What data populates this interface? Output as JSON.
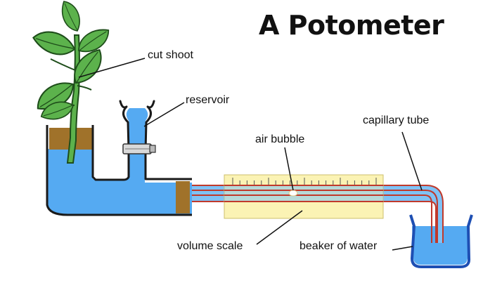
{
  "title": "A Potometer",
  "labels": {
    "cut_shoot": "cut shoot",
    "reservoir": "reservoir",
    "air_bubble": "air bubble",
    "capillary_tube": "capillary tube",
    "volume_scale": "volume scale",
    "beaker_of_water": "beaker of water"
  },
  "colors": {
    "water": "#55aaf2",
    "vessel_outline": "#1a1a1a",
    "scale_background": "#fbf3b4",
    "stopper": "#a0722a",
    "tube_outline": "#c0392b",
    "leaf_fill": "#5cb24c",
    "leaf_outline": "#1e4d1a",
    "beaker_outline": "#1e4fb3"
  },
  "icons": {
    "plant": "cut-shoot-plant-icon",
    "clip": "tap-clip-icon"
  }
}
